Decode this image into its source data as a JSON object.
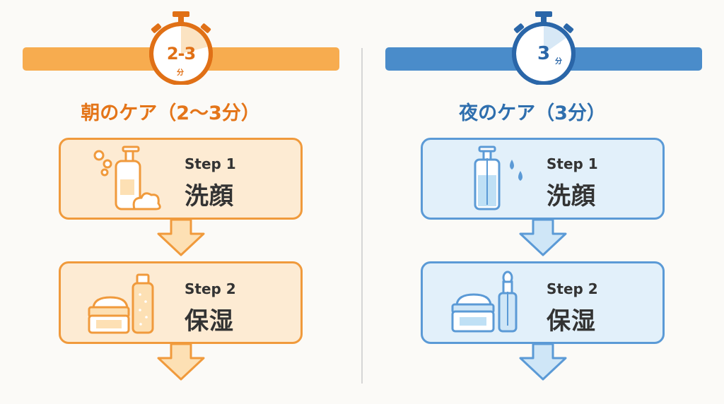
{
  "colors": {
    "morning_accent": "#f09a3c",
    "morning_text": "#e47519",
    "night_accent": "#5b9ad6",
    "night_text": "#2f6fae"
  },
  "morning": {
    "timer_number": "2-3",
    "timer_unit": "分",
    "title": "朝のケア（2〜3分）",
    "steps": [
      {
        "label": "Step 1",
        "name": "洗顔",
        "icon": "cleanser-pump-bottle-icon"
      },
      {
        "label": "Step 2",
        "name": "保湿",
        "icon": "cream-jar-and-lotion-bottle-icon"
      }
    ]
  },
  "night": {
    "timer_number": "3",
    "timer_unit": "分",
    "title": "夜のケア（3分）",
    "steps": [
      {
        "label": "Step 1",
        "name": "洗顔",
        "icon": "cleanser-pump-bottle-icon"
      },
      {
        "label": "Step 2",
        "name": "保湿",
        "icon": "cream-jar-and-dropper-bottle-icon"
      }
    ]
  }
}
